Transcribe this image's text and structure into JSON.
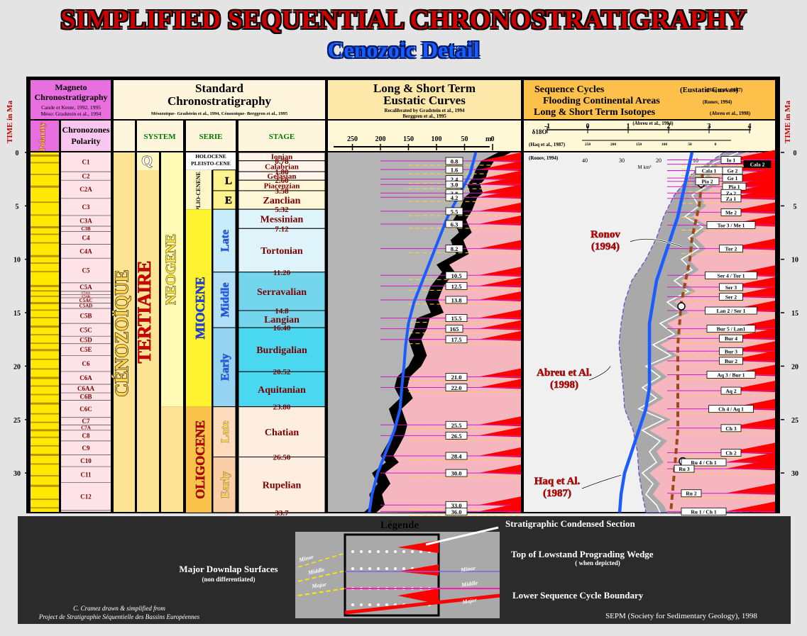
{
  "title": "SIMPLIFIED SEQUENTIAL CHRONOSTRATIGRAPHY",
  "subtitle": "Cenozoic Detail",
  "time_axis_label": "TIME in Ma",
  "time_ticks": [
    0,
    5,
    10,
    15,
    20,
    25,
    30
  ],
  "columns": {
    "magneto_title_1": "Magneto",
    "magneto_title_2": "Chronostratigraphy",
    "magneto_ref_1": "Cande et Kente, 1992, 1995",
    "magneto_ref_2": "Méso: Gradstein et al., 1994",
    "polarity": "Polarity",
    "chronozones_1": "Chronozones",
    "chronozones_2": "Polarity",
    "standard_1": "Standard",
    "standard_2": "Chronostratigraphy",
    "standard_ref": "Mésozoïque- Gradstein et al., 1994, Cénozoïque- Berggren et al., 1995",
    "system": "SYSTEM",
    "serie": "SERIE",
    "stage": "STAGE",
    "curves_1": "Long & Short Term",
    "curves_2": "Eustatic Curves",
    "curves_ref_1": "Recalibrated by Gradstein et al., 1994",
    "curves_ref_2": "Berggren et al., 1995",
    "seq_1": "Sequence Cycles",
    "seq_1b": "(Eustatic Curves)",
    "seq_1c": "(Haq et al., 1987)",
    "seq_2": "Flooding Continental Areas",
    "seq_2b": "(Ronov, 1994)",
    "seq_3": "Long & Short Term Isotopes",
    "seq_3b": "(Abreu et al., 1998)"
  },
  "chronozones": [
    {
      "label": "C1",
      "top": 0,
      "base": 1.8
    },
    {
      "label": "C2",
      "top": 1.8,
      "base": 2.6
    },
    {
      "label": "C2A",
      "top": 2.6,
      "base": 4.3
    },
    {
      "label": "C3",
      "top": 4.3,
      "base": 5.9
    },
    {
      "label": "C3A",
      "top": 5.9,
      "base": 6.9
    },
    {
      "label": "C3B",
      "top": 6.9,
      "base": 7.4
    },
    {
      "label": "C4",
      "top": 7.4,
      "base": 8.6
    },
    {
      "label": "C4A",
      "top": 8.6,
      "base": 9.9
    },
    {
      "label": "C5",
      "top": 9.9,
      "base": 12.2
    },
    {
      "label": "C5A",
      "top": 12.2,
      "base": 13.0
    },
    {
      "label": "C5AA",
      "top": 13.0,
      "base": 13.3
    },
    {
      "label": "C5AB",
      "top": 13.3,
      "base": 13.6
    },
    {
      "label": "C5AC",
      "top": 13.6,
      "base": 14.1
    },
    {
      "label": "C5AD",
      "top": 14.1,
      "base": 14.6
    },
    {
      "label": "C5B",
      "top": 14.6,
      "base": 16.0
    },
    {
      "label": "C5C",
      "top": 16.0,
      "base": 17.2
    },
    {
      "label": "C5D",
      "top": 17.2,
      "base": 17.9
    },
    {
      "label": "C5E",
      "top": 17.9,
      "base": 19.0
    },
    {
      "label": "C6",
      "top": 19.0,
      "base": 20.5
    },
    {
      "label": "C6A",
      "top": 20.5,
      "base": 21.7
    },
    {
      "label": "C6AA",
      "top": 21.7,
      "base": 22.5
    },
    {
      "label": "C6B",
      "top": 22.5,
      "base": 23.2
    },
    {
      "label": "C6C",
      "top": 23.2,
      "base": 24.8
    },
    {
      "label": "C7",
      "top": 24.8,
      "base": 25.5
    },
    {
      "label": "C7A",
      "top": 25.5,
      "base": 26.0
    },
    {
      "label": "C8",
      "top": 26.0,
      "base": 27.0
    },
    {
      "label": "C9",
      "top": 27.0,
      "base": 28.3
    },
    {
      "label": "C10",
      "top": 28.3,
      "base": 29.4
    },
    {
      "label": "C11",
      "top": 29.4,
      "base": 30.9
    },
    {
      "label": "C12",
      "top": 30.9,
      "base": 33.5
    }
  ],
  "era": "CÉNOZOÏQUE",
  "period": "TERTIAIRE",
  "quaternary": "Q",
  "neogene": "NEOGENE",
  "series": [
    {
      "label": "MIOCENE",
      "top": 5.32,
      "base": 23.8,
      "color": "#fcf230",
      "textColor": "#1a3cff"
    },
    {
      "label": "OLIGOCENE",
      "top": 23.8,
      "base": 33.7,
      "color": "#f9c24a",
      "textColor": "#c00000"
    }
  ],
  "pliocene": "PLIO-CENENE",
  "holocene": "HOLOCENE",
  "pleistocene": "PLEISTO-CENE",
  "subseries": [
    {
      "label": "L",
      "top": 1.64,
      "base": 3.58,
      "color": "#fef38d"
    },
    {
      "label": "E",
      "top": 3.58,
      "base": 5.32,
      "color": "#fef38d"
    },
    {
      "label": "Late",
      "top": 5.32,
      "base": 11.2,
      "color": "#c9ecfb"
    },
    {
      "label": "Middle",
      "top": 11.2,
      "base": 16.4,
      "color": "#b1dff7"
    },
    {
      "label": "Early",
      "top": 16.4,
      "base": 23.8,
      "color": "#94d4f2"
    },
    {
      "label": "Late",
      "top": 23.8,
      "base": 28.5,
      "color": "#fddcbd"
    },
    {
      "label": "Early",
      "top": 28.5,
      "base": 33.7,
      "color": "#fbcfa5"
    }
  ],
  "stages": [
    {
      "label": "Ionian",
      "top": 0,
      "base": 0.78,
      "color": "#fff5ea"
    },
    {
      "label": "Calabrian",
      "top": 0.78,
      "base": 1.8,
      "color": "#fff5ea"
    },
    {
      "label": "Gelasian",
      "top": 1.8,
      "base": 2.6,
      "color": "#fff5ea"
    },
    {
      "label": "Piacenzian",
      "top": 2.6,
      "base": 3.58,
      "color": "#fff7d7"
    },
    {
      "label": "Zanclian",
      "top": 3.58,
      "base": 5.32,
      "color": "#fff7d7"
    },
    {
      "label": "Messinian",
      "top": 5.32,
      "base": 7.12,
      "color": "#dff3fb"
    },
    {
      "label": "Tortonian",
      "top": 7.12,
      "base": 11.2,
      "color": "#dff3fb"
    },
    {
      "label": "Serravalian",
      "top": 11.2,
      "base": 14.8,
      "color": "#73d6ec"
    },
    {
      "label": "Langian",
      "top": 14.8,
      "base": 16.4,
      "color": "#73d6ec"
    },
    {
      "label": "Burdigalian",
      "top": 16.4,
      "base": 20.52,
      "color": "#49d8ef"
    },
    {
      "label": "Aquitanian",
      "top": 20.52,
      "base": 23.8,
      "color": "#49d8ef"
    },
    {
      "label": "Chatian",
      "top": 23.8,
      "base": 28.5,
      "color": "#fdeee0"
    },
    {
      "label": "Rupelian",
      "top": 28.5,
      "base": 33.7,
      "color": "#fdeee0"
    }
  ],
  "stage_boundaries": [
    {
      "label": "0.78",
      "age": 0.78
    },
    {
      "label": "1.80",
      "age": 1.8
    },
    {
      "label": "2.60",
      "age": 2.6
    },
    {
      "label": "3.58",
      "age": 3.58
    },
    {
      "label": "5.32",
      "age": 5.32
    },
    {
      "label": "7.12",
      "age": 7.12
    },
    {
      "label": "11.20",
      "age": 11.2
    },
    {
      "label": "14.8",
      "age": 14.8
    },
    {
      "label": "16.40",
      "age": 16.4
    },
    {
      "label": "20.52",
      "age": 20.52
    },
    {
      "label": "23.80",
      "age": 23.8
    },
    {
      "label": "26.50",
      "age": 28.5
    },
    {
      "label": "33.7",
      "age": 33.7
    }
  ],
  "eustatic_axis": {
    "ticks": [
      250,
      200,
      150,
      100,
      50,
      0
    ],
    "unit": "m"
  },
  "sequence_boundaries": [
    {
      "label": "0.8",
      "age": 0.8
    },
    {
      "label": "1.6",
      "age": 1.6
    },
    {
      "label": "2.4",
      "age": 2.5
    },
    {
      "label": "3.0",
      "age": 3.0
    },
    {
      "label": "3.8",
      "age": 3.8
    },
    {
      "label": "4.2",
      "age": 4.2
    },
    {
      "label": "5.5",
      "age": 5.5
    },
    {
      "label": "6.3",
      "age": 6.7
    },
    {
      "label": "8.2",
      "age": 9.0
    },
    {
      "label": "10.5",
      "age": 11.5
    },
    {
      "label": "12.5",
      "age": 12.5
    },
    {
      "label": "13.8",
      "age": 13.8
    },
    {
      "label": "15.5",
      "age": 15.5
    },
    {
      "label": "165",
      "age": 16.5
    },
    {
      "label": "17.5",
      "age": 17.5
    },
    {
      "label": "21.0",
      "age": 21.0
    },
    {
      "label": "22.0",
      "age": 22.0
    },
    {
      "label": "25.5",
      "age": 25.5
    },
    {
      "label": "26.5",
      "age": 26.5
    },
    {
      "label": "28.4",
      "age": 28.4
    },
    {
      "label": "30.0",
      "age": 30.0
    },
    {
      "label": "33.0",
      "age": 33.0
    },
    {
      "label": "36.0",
      "age": 33.6
    }
  ],
  "isotope_axis": {
    "label": "δ18O",
    "ticks": [
      "-1",
      "0",
      "1",
      "2",
      "3",
      "4"
    ],
    "ref": "(Abreu et al., 1994)"
  },
  "haq_axis": {
    "ref": "(Haq et al., 1987)",
    "ticks": [
      "250",
      "200",
      "150",
      "100",
      "50",
      "0"
    ]
  },
  "ronov_axis": {
    "ref": "(Ronov, 1994)",
    "ticks": [
      "40",
      "30",
      "20",
      "10"
    ],
    "unit": "M km²"
  },
  "cycles": [
    {
      "label": "Cala 2",
      "age": 1.1
    },
    {
      "label": "Io 1",
      "age": 0.7
    },
    {
      "label": "Cala 1",
      "age": 1.7
    },
    {
      "label": "Ge 2",
      "age": 1.7
    },
    {
      "label": "Ge 1",
      "age": 2.4
    },
    {
      "label": "Pia 2",
      "age": 2.7
    },
    {
      "label": "Pia 1",
      "age": 3.2
    },
    {
      "label": "Za 2",
      "age": 3.8
    },
    {
      "label": "Za 1",
      "age": 4.3
    },
    {
      "label": "Me 2",
      "age": 5.6
    },
    {
      "label": "Tor 3 / Me 1",
      "age": 6.8
    },
    {
      "label": "Tor 2",
      "age": 9.0
    },
    {
      "label": "Ser 4 / Tor 1",
      "age": 11.5
    },
    {
      "label": "Ser 3",
      "age": 12.6
    },
    {
      "label": "Ser 2",
      "age": 13.5
    },
    {
      "label": "Lan 2 / Ser 1",
      "age": 14.8
    },
    {
      "label": "Bur 5 / Lan1",
      "age": 16.5
    },
    {
      "label": "Bur 4",
      "age": 17.4
    },
    {
      "label": "Bur 3",
      "age": 18.6
    },
    {
      "label": "Bur 2",
      "age": 19.5
    },
    {
      "label": "Aq 3 / Bur 1",
      "age": 20.8
    },
    {
      "label": "Aq 2",
      "age": 22.3
    },
    {
      "label": "Ch 4 / Aq 1",
      "age": 24.0
    },
    {
      "label": "Ch 3",
      "age": 25.8
    },
    {
      "label": "Ch 2",
      "age": 28.1
    },
    {
      "label": "Ru 4 / Ch 1",
      "age": 29.0
    },
    {
      "label": "Ru 3",
      "age": 29.6
    },
    {
      "label": "Ru 2",
      "age": 31.9
    },
    {
      "label": "Ru 1 / Ch 1",
      "age": 33.6
    }
  ],
  "callouts": [
    {
      "label_1": "Ronov",
      "label_2": "(1994)"
    },
    {
      "label_1": "Abreu et Al.",
      "label_2": "(1998)"
    },
    {
      "label_1": "Haq et Al.",
      "label_2": "(1987)"
    }
  ],
  "legend": {
    "title": "Légende",
    "condensed": "Stratigraphic Condensed Section",
    "lowstand": "Top of Lowstand Prograding Wedge",
    "lowstand_note": "( when depicted)",
    "downlap": "Major Downlap Surfaces",
    "downlap_note": "(non differentiated)",
    "boundary": "Lower Sequence Cycle Boundary",
    "minor": "Minor",
    "middle": "Middle",
    "major": "Major"
  },
  "credit_1": "C. Cramez drawn & simplified from",
  "credit_2": "Project de Stratigraphie Séquentielle des Bassins Européennes",
  "publisher": "SEPM (Society for Sedimentary Geology), 1998",
  "colors": {
    "frame": "#000000",
    "gray": "#a9a9a9",
    "pink": "#f6b6bf",
    "red": "#ff0000",
    "blue": "#1a5cff",
    "brown": "#9c4a1c",
    "yellowTitle": "#ffd34a"
  }
}
